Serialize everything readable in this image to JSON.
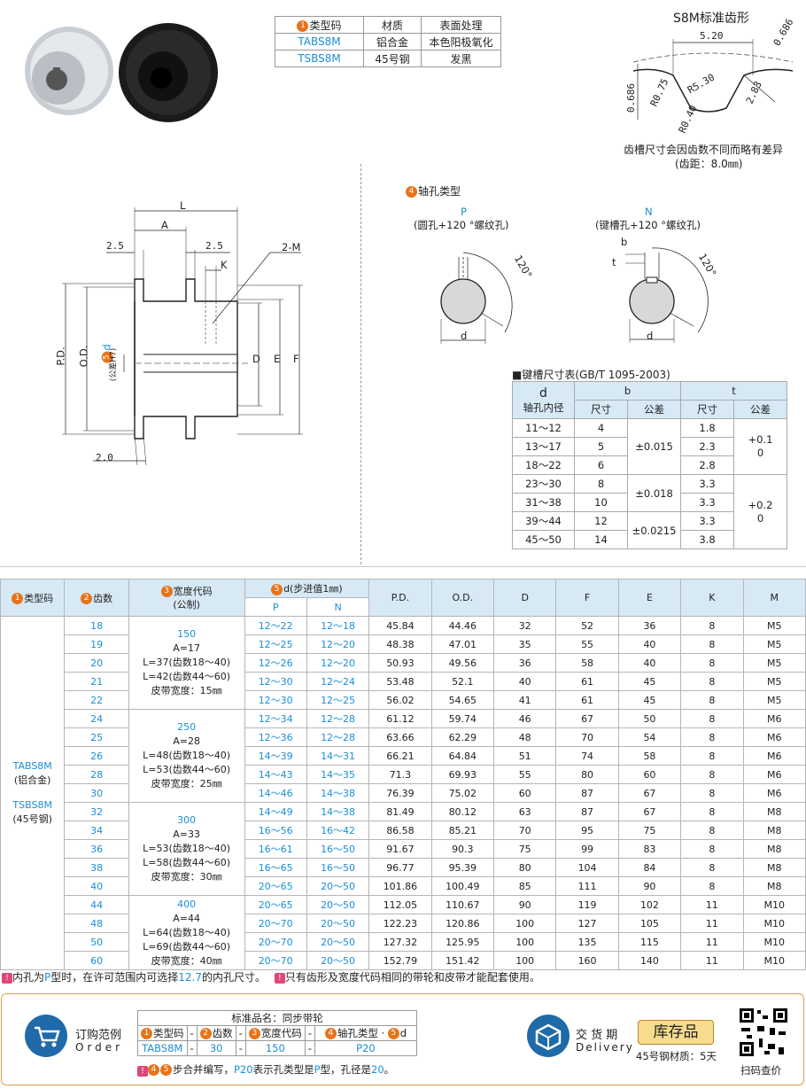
{
  "material_table": {
    "headers": [
      "类型码",
      "材质",
      "表面处理"
    ],
    "header_num": "1",
    "rows": [
      {
        "code": "TABS8M",
        "material": "铝合金",
        "surface": "本色阳极氧化"
      },
      {
        "code": "TSBS8M",
        "material": "45号钢",
        "surface": "发黑"
      }
    ]
  },
  "tooth_profile": {
    "title": "S8M标准齿形",
    "dims": [
      "5.20",
      "0.686",
      "R5.30",
      "R0.75",
      "0.686",
      "2.83",
      "R0.40"
    ],
    "note": "齿槽尺寸会因齿数不同而略有差异",
    "pitch": "(齿距：8.0㎜)"
  },
  "drawing": {
    "L": "L",
    "A": "A",
    "d25a": "2.5",
    "d25b": "2.5",
    "K": "K",
    "M": "2-M",
    "PD": "P.D.",
    "OD": "O.D.",
    "d_num": "5",
    "d": "d",
    "tol": "(公差H7)",
    "D": "D",
    "E": "E",
    "F": "F",
    "d20": "2.0"
  },
  "shaft": {
    "title_num": "4",
    "title": "轴孔类型",
    "P": {
      "code": "P",
      "desc": "(圆孔+120 °螺纹孔)",
      "angle": "120°",
      "d": "d"
    },
    "N": {
      "code": "N",
      "desc": "(键槽孔+120 °螺纹孔)",
      "angle": "120°",
      "d": "d",
      "b": "b",
      "t": "t"
    }
  },
  "key_table": {
    "title": "■键槽尺寸表(GB/T 1095-2003)",
    "h_d": "d",
    "h_d2": "轴孔内径",
    "h_b": "b",
    "h_t": "t",
    "h_size": "尺寸",
    "h_tol": "公差",
    "rows": [
      {
        "d": "11～12",
        "b": "4",
        "t": "1.8"
      },
      {
        "d": "13～17",
        "b": "5",
        "t": "2.3"
      },
      {
        "d": "18～22",
        "b": "6",
        "t": "2.8"
      },
      {
        "d": "23～30",
        "b": "8",
        "t": "3.3"
      },
      {
        "d": "31～38",
        "b": "10",
        "t": "3.3"
      },
      {
        "d": "39～44",
        "b": "12",
        "t": "3.3"
      },
      {
        "d": "45～50",
        "b": "14",
        "t": "3.8"
      }
    ],
    "btol": [
      "±0.015",
      "±0.018",
      "±0.0215"
    ],
    "ttol": [
      "+0.1\n0",
      "+0.2\n0"
    ]
  },
  "spec": {
    "h_type": "类型码",
    "h_teeth": "齿数",
    "h_width": "宽度代码",
    "h_width2": "(公制)",
    "h_d": "d(步进值1㎜)",
    "h_P": "P",
    "h_N": "N",
    "cols": [
      "P.D.",
      "O.D.",
      "D",
      "F",
      "E",
      "K",
      "M"
    ],
    "type_label": [
      "TABS8M",
      "(铝合金)",
      "TSBS8M",
      "(45号钢)"
    ],
    "widths": [
      [
        "150",
        "A=17",
        "L=37(齿数18～40)",
        "L=42(齿数44～60)",
        "皮带宽度：15㎜"
      ],
      [
        "250",
        "A=28",
        "L=48(齿数18～40)",
        "L=53(齿数44～60)",
        "皮带宽度：25㎜"
      ],
      [
        "300",
        "A=33",
        "L=53(齿数18～40)",
        "L=58(齿数44～60)",
        "皮带宽度：30㎜"
      ],
      [
        "400",
        "A=44",
        "L=64(齿数18～40)",
        "L=69(齿数44～60)",
        "皮带宽度：40㎜"
      ]
    ],
    "rows": [
      [
        "18",
        "12～22",
        "12～18",
        "45.84",
        "44.46",
        "32",
        "52",
        "36",
        "8",
        "M5"
      ],
      [
        "19",
        "12～25",
        "12～20",
        "48.38",
        "47.01",
        "35",
        "55",
        "40",
        "8",
        "M5"
      ],
      [
        "20",
        "12～26",
        "12～20",
        "50.93",
        "49.56",
        "36",
        "58",
        "40",
        "8",
        "M5"
      ],
      [
        "21",
        "12～30",
        "12～24",
        "53.48",
        "52.1",
        "40",
        "61",
        "45",
        "8",
        "M5"
      ],
      [
        "22",
        "12～30",
        "12～25",
        "56.02",
        "54.65",
        "41",
        "61",
        "45",
        "8",
        "M5"
      ],
      [
        "24",
        "12～34",
        "12～28",
        "61.12",
        "59.74",
        "46",
        "67",
        "50",
        "8",
        "M6"
      ],
      [
        "25",
        "12～36",
        "12～28",
        "63.66",
        "62.29",
        "48",
        "70",
        "54",
        "8",
        "M6"
      ],
      [
        "26",
        "14～39",
        "14～31",
        "66.21",
        "64.84",
        "51",
        "74",
        "58",
        "8",
        "M6"
      ],
      [
        "28",
        "14～43",
        "14～35",
        "71.3",
        "69.93",
        "55",
        "80",
        "60",
        "8",
        "M6"
      ],
      [
        "30",
        "14～46",
        "14～38",
        "76.39",
        "75.02",
        "60",
        "87",
        "67",
        "8",
        "M6"
      ],
      [
        "32",
        "14～49",
        "14～38",
        "81.49",
        "80.12",
        "63",
        "87",
        "67",
        "8",
        "M8"
      ],
      [
        "34",
        "16～56",
        "16～42",
        "86.58",
        "85.21",
        "70",
        "95",
        "75",
        "8",
        "M8"
      ],
      [
        "36",
        "16～61",
        "16～50",
        "91.67",
        "90.3",
        "75",
        "99",
        "83",
        "8",
        "M8"
      ],
      [
        "38",
        "16～65",
        "16～50",
        "96.77",
        "95.39",
        "80",
        "104",
        "84",
        "8",
        "M8"
      ],
      [
        "40",
        "20～65",
        "20～50",
        "101.86",
        "100.49",
        "85",
        "111",
        "90",
        "8",
        "M8"
      ],
      [
        "44",
        "20～65",
        "20～50",
        "112.05",
        "110.67",
        "90",
        "119",
        "102",
        "11",
        "M10"
      ],
      [
        "48",
        "20～70",
        "20～50",
        "122.23",
        "120.86",
        "100",
        "127",
        "105",
        "11",
        "M10"
      ],
      [
        "50",
        "20～70",
        "20～50",
        "127.32",
        "125.95",
        "100",
        "135",
        "115",
        "11",
        "M10"
      ],
      [
        "60",
        "20～70",
        "20～50",
        "152.79",
        "151.42",
        "100",
        "160",
        "140",
        "11",
        "M10"
      ]
    ]
  },
  "notes": {
    "n1a": "内孔为",
    "n1b": "P",
    "n1c": "型时，在许可范围内可选择",
    "n1d": "12.7",
    "n1e": "的内孔尺寸。",
    "n2": "只有齿形及宽度代码相同的带轮和皮带才能配套使用。"
  },
  "order": {
    "title_cn": "订购范例",
    "title_en": "Order",
    "name": "标准品名：同步带轮",
    "h1": "类型码",
    "h2": "齿数",
    "h3": "宽度代码",
    "h4": "轴孔类型 · ",
    "dash": "-",
    "v1": "TABS8M",
    "v2": "30",
    "v3": "150",
    "v4": "P20",
    "foot_a": "步合并编写，",
    "foot_b": "P20",
    "foot_c": "表示孔类型是",
    "foot_d": "P",
    "foot_e": "型，孔径是",
    "foot_f": "20",
    "foot_g": "。",
    "delivery_cn": "交 货 期",
    "delivery_en": "Delivery",
    "stock": "库存品",
    "stock_note": "45号钢材质：5天",
    "qr": "扫码查价"
  },
  "colors": {
    "accent": "#1a8fd6",
    "orange": "#e8731a",
    "header": "#d6e9f5"
  }
}
